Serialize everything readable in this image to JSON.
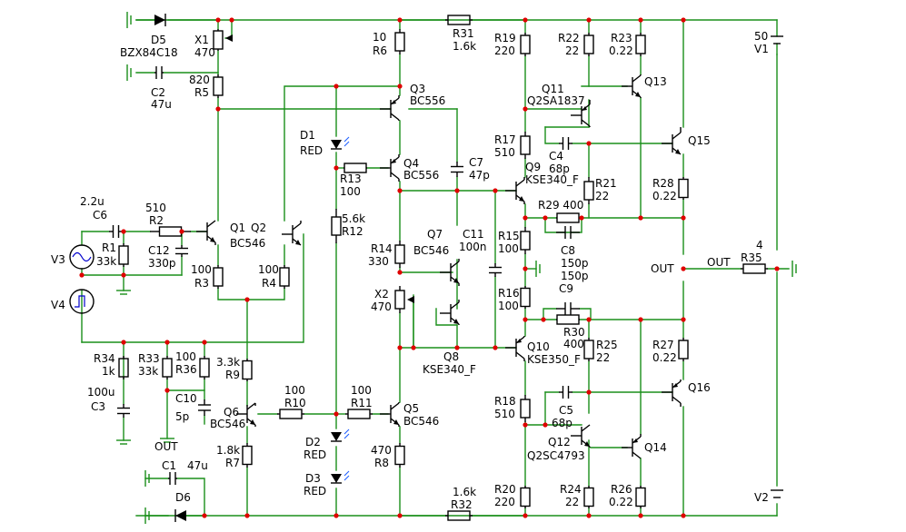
{
  "labels": {
    "D5": "D5",
    "D5v": "BZX84C18",
    "C2": "C2",
    "C2v": "47u",
    "X1": "X1",
    "X1v": "470",
    "R5v": "820",
    "R5": "R5",
    "R6v": "10",
    "R6": "R6",
    "R31": "R31",
    "R31v": "1.6k",
    "R19": "R19",
    "R19v": "220",
    "R22": "R22",
    "R22v": "22",
    "R23": "R23",
    "R23v": "0.22",
    "V1v": "50",
    "V1": "V1",
    "Q3": "Q3",
    "Q3v": "BC556",
    "Q11": "Q11",
    "Q11v": "Q2SA1837",
    "Q13": "Q13",
    "D1": "D1",
    "D1v": "RED",
    "Q4": "Q4",
    "Q4v": "BC556",
    "C7": "C7",
    "C7v": "47p",
    "R17": "R17",
    "R17v": "510",
    "C4": "C4",
    "C4v": "68p",
    "Q9": "Q9",
    "Q9v": "KSE340_F",
    "Q15": "Q15",
    "R13": "R13",
    "R13v": "100",
    "R21": "R21",
    "R21v": "22",
    "R28": "R28",
    "R28v": "0.22",
    "R29": "R29 400",
    "C6v": "2.2u",
    "C6": "C6",
    "R2v": "510",
    "R2": "R2",
    "Q1": "Q1",
    "Q2": "Q2",
    "Q1v": "BC546",
    "R12v": "5.6k",
    "R12": "R12",
    "R1": "R1",
    "R1v": "33k",
    "C12": "C12",
    "C12v": "330p",
    "V3": "V3",
    "V4": "V4",
    "R14": "R14",
    "R14v": "330",
    "Q7": "Q7",
    "Q7v": "BC546",
    "C11": "C11",
    "C11v": "100n",
    "R15": "R15",
    "R15v": "100",
    "C8": "C8",
    "C8v1": "150p",
    "C8v2": "150p",
    "OUTa": "OUT",
    "OUTb": "OUT",
    "R35v": "4",
    "R35": "R35",
    "R3v": "100",
    "R3": "R3",
    "R4v": "100",
    "R4": "R4",
    "X2": "X2",
    "X2v": "470",
    "R16": "R16",
    "R16v": "100",
    "C9": "C9",
    "R30": "R30",
    "R30v": "400",
    "R27": "R27",
    "R27v": "0.22",
    "R25": "R25",
    "R25v": "22",
    "Q8": "Q8",
    "Q8v": "KSE340_F",
    "Q10": "Q10",
    "Q10v": "KSE350_F",
    "R34": "R34",
    "R34v": "1k",
    "R33": "R33",
    "R33v": "33k",
    "R36v": "100",
    "R36": "R36",
    "R9v": "3.3k",
    "R9": "R9",
    "C3v": "100u",
    "C3": "C3",
    "C10": "C10",
    "C10v": "5p",
    "OUTc": "OUT",
    "Q6": "Q6",
    "Q6v": "BC546",
    "R10v": "100",
    "R10": "R10",
    "R11v": "100",
    "R11": "R11",
    "Q5": "Q5",
    "Q5v": "BC546",
    "R18": "R18",
    "R18v": "510",
    "C5": "C5",
    "C5v": "68p",
    "Q16": "Q16",
    "D2": "D2",
    "D2v": "RED",
    "R7v": "1.8k",
    "R7": "R7",
    "R8v": "470",
    "R8": "R8",
    "Q12": "Q12",
    "Q12v": "Q2SC4793",
    "Q14": "Q14",
    "D3": "D3",
    "D3v": "RED",
    "C1": "C1",
    "C1v": "47u",
    "D6": "D6",
    "R32v": "1.6k",
    "R32": "R32",
    "R20": "R20",
    "R20v": "220",
    "R24": "R24",
    "R24v": "22",
    "R26": "R26",
    "R26v": "0.22",
    "V2": "V2"
  },
  "colors": {
    "wire": "#1a8f1a",
    "component": "#000000",
    "junction": "#e00000",
    "led_arrow": "#1f5fff",
    "source": "#0000cc"
  }
}
